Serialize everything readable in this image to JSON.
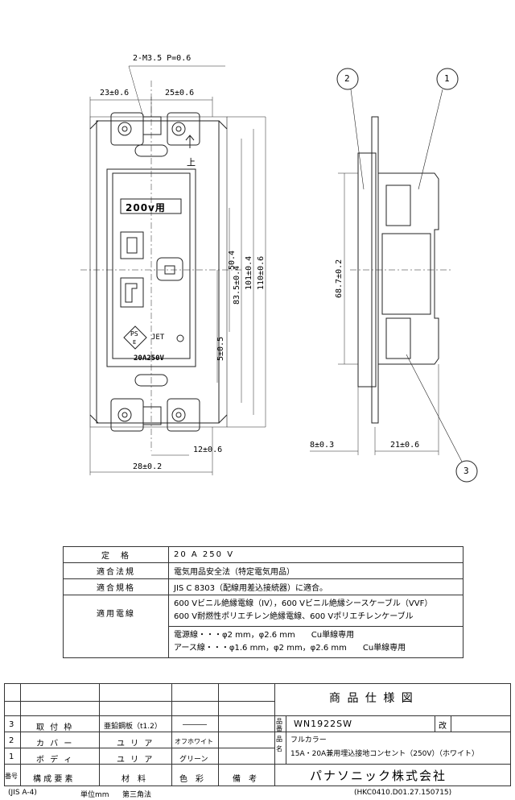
{
  "drawing": {
    "front": {
      "screw_spec": "2-M3.5 P=0.6",
      "dim_top_left": "23±0.6",
      "dim_top_right": "25±0.6",
      "up_mark": "上",
      "label_200v": "200v用",
      "ps_mark": "PS",
      "ps_sub": "E",
      "jet_mark": "JET",
      "rating_mark": "20A250V",
      "dim_v1": "50.4",
      "dim_v2": "83.5±0.4",
      "dim_v3": "101±0.4",
      "dim_v4": "110±0.6",
      "dim_v5": "5±0.5",
      "dim_right_bottom": "12±0.6",
      "dim_bottom": "28±0.2"
    },
    "side": {
      "callout_1": "1",
      "callout_2": "2",
      "callout_3": "3",
      "dim_height": "68.7±0.2",
      "dim_left": "8±0.3",
      "dim_right": "21±0.6"
    }
  },
  "spec": {
    "rows": [
      {
        "key": "定　格",
        "value": "20 A 250 V"
      },
      {
        "key": "適合法規",
        "value": "電気用品安全法（特定電気用品）"
      },
      {
        "key": "適合規格",
        "value": "JIS C 8303（配線用差込接続器）に適合。"
      },
      {
        "key": "適用電線",
        "lines": [
          "600 Vビニル絶縁電線（IV），600 Vビニル絶縁シースケーブル（VVF）",
          "600 V耐燃性ポリエチレン絶縁電線、600 Vポリエチレンケーブル",
          "電源線・・・φ2 mm，φ2.6 mm　　Cu単線専用",
          "アース線・・・φ1.6 mm，φ2 mm，φ2.6 mm　　Cu単線専用"
        ]
      }
    ]
  },
  "title_block": {
    "doc_title": "商 品 仕 様 図",
    "part_number_label": "品番",
    "part_number": "WN1922SW",
    "revision_label": "改",
    "name_label": "品名",
    "name_line1": "フルカラー",
    "name_line2": "15A・20A兼用埋込接地コンセント（250V）（ホワイト）",
    "company": "パナソニック株式会社",
    "parts": [
      {
        "no": "3",
        "part": "取 付 枠",
        "material": "亜鉛鋼板（t1.2）",
        "color": "―――"
      },
      {
        "no": "2",
        "part": "カ バ ー",
        "material": "ユ リ ア",
        "color": "オフホワイト"
      },
      {
        "no": "1",
        "part": "ボ デ ィ",
        "material": "ユ リ ア",
        "color": "グリーン"
      }
    ],
    "header": {
      "no": "番号",
      "part": "構 成 要 素",
      "material": "材　料",
      "color": "色　彩",
      "note": "備　考"
    }
  },
  "footer": {
    "paper": "(JIS A-4)",
    "unit": "単位mm",
    "projection": "第三角法",
    "doc_code": "(HKC0410.D01.27.150715)"
  }
}
